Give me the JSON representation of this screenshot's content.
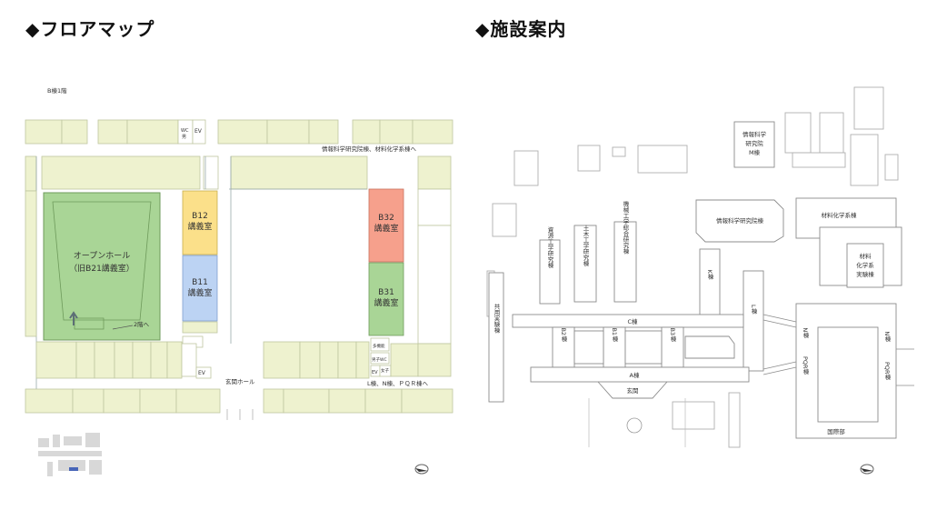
{
  "left_heading": "◆フロアマップ",
  "right_heading": "◆施設案内",
  "floor_map": {
    "floor_label": "B棟1階",
    "to_north": "情報科学研究院棟、材料化学系棟へ",
    "to_south": "L棟、N棟、ＰＱＲ棟へ",
    "entrance": "玄関ホール",
    "open_hall": "オープンホール",
    "open_hall_sub": "（旧B21講義室）",
    "stairs_note": "2階へ",
    "ev": "EV",
    "wc": "WC",
    "wc_male": "男",
    "wc_accessible": "多機能",
    "wc_men": "男子WC",
    "wc_women": "女子",
    "rooms": [
      {
        "code": "B12",
        "name": "講義室",
        "color": "#fbe08a"
      },
      {
        "code": "B11",
        "name": "講義室",
        "color": "#bcd3f3"
      },
      {
        "code": "B32",
        "name": "講義室",
        "color": "#f6a08c"
      },
      {
        "code": "B31",
        "name": "講義室",
        "color": "#a9d596"
      }
    ],
    "hall_color": "#a9d596"
  },
  "campus_map": {
    "labels": {
      "info_m": [
        "情報科学",
        "研究院",
        "M棟"
      ],
      "info": "情報科学研究院棟",
      "material": "材料化学系棟",
      "material_lab": [
        "材料",
        "化学系",
        "実験棟"
      ],
      "civil": "土木工学研究棟",
      "mech": "機械工学総合研究棟",
      "resource": "資源工学研究棟",
      "k": "K棟",
      "l": "L棟",
      "c": "C棟",
      "a": "A棟",
      "b1": "B1棟",
      "b2": "B2棟",
      "b3": "B3棟",
      "shared": "共用実験棟",
      "n_left": "N棟",
      "n_right": "N棟",
      "pqr_left": "PQR棟",
      "pqr_right": "PQR棟",
      "intl": "国際部",
      "entrance": "玄関"
    }
  }
}
